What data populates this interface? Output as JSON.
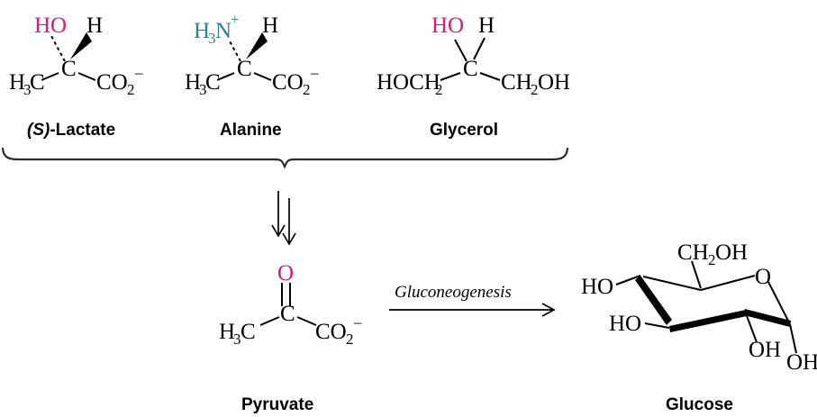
{
  "figure": {
    "title": "Gluconeogenesis precursors converging to pyruvate and glucose",
    "background_color": "#ffffff",
    "colors": {
      "magenta": "#D81B79",
      "teal": "#2E7F98",
      "black": "#000000",
      "brace_gray": "#2b2b2b"
    }
  },
  "precursors": {
    "lactate": {
      "caption_prefix": "(S)",
      "caption_suffix": "-Lactate",
      "atoms": {
        "hydroxyl": "HO",
        "hydrogen": "H",
        "stereocenter": "C",
        "methyl_main": "H",
        "methyl_sub": "3",
        "methyl_tail": "C",
        "carboxylate_main": "CO",
        "carboxylate_sub": "2",
        "carboxylate_charge": "–"
      },
      "bond_types": {
        "to_hydroxyl": "hashed",
        "to_hydrogen": "wedge",
        "to_methyl": "plain",
        "to_carboxylate": "plain"
      }
    },
    "alanine": {
      "caption": "Alanine",
      "atoms": {
        "amine_main": "H",
        "amine_sub": "3",
        "amine_tail": "N",
        "amine_charge": "+",
        "hydrogen": "H",
        "stereocenter": "C",
        "methyl_main": "H",
        "methyl_sub": "3",
        "methyl_tail": "C",
        "carboxylate_main": "CO",
        "carboxylate_sub": "2",
        "carboxylate_charge": "–"
      },
      "bond_types": {
        "to_amine": "hashed",
        "to_hydrogen": "wedge",
        "to_methyl": "plain",
        "to_carboxylate": "plain"
      }
    },
    "glycerol": {
      "caption": "Glycerol",
      "atoms": {
        "hydroxyl": "HO",
        "hydrogen": "H",
        "center": "C",
        "left_main": "HOCH",
        "left_sub": "2",
        "right_main": "CH",
        "right_sub": "2",
        "right_tail": "OH"
      },
      "bond_types": {
        "to_hydroxyl": "plain",
        "to_hydrogen": "plain",
        "to_left": "plain",
        "to_right": "plain"
      }
    }
  },
  "brace": {
    "name": "converging-brace",
    "direction": "down",
    "spans_labels": [
      "(S)-Lactate",
      "Alanine",
      "Glycerol"
    ]
  },
  "multistep_arrow": {
    "name": "double-down-arrow",
    "arrow_count": 2,
    "direction": "down",
    "meaning": "multiple steps"
  },
  "pyruvate": {
    "caption": "Pyruvate",
    "atoms": {
      "carbonyl_oxygen": "O",
      "center": "C",
      "methyl_main": "H",
      "methyl_sub": "3",
      "methyl_tail": "C",
      "carboxylate_main": "CO",
      "carboxylate_sub": "2",
      "carboxylate_charge": "–"
    },
    "bond_types": {
      "to_oxygen": "double",
      "to_methyl": "plain",
      "to_carboxylate": "plain"
    }
  },
  "reaction_arrow": {
    "label": "Gluconeogenesis",
    "direction": "right"
  },
  "glucose": {
    "caption": "Glucose",
    "representation": "chair-conformation",
    "substituents": {
      "c6_hydroxymethyl_main": "CH",
      "c6_hydroxymethyl_sub": "2",
      "c6_hydroxymethyl_tail": "OH",
      "ring_oxygen": "O",
      "c4_hydroxyl": "HO",
      "c3_hydroxyl": "HO",
      "c2_hydroxyl": "OH",
      "c1_hydroxyl": "OH"
    },
    "bold_bonds_note": "front ring edge drawn with thick bonds"
  }
}
